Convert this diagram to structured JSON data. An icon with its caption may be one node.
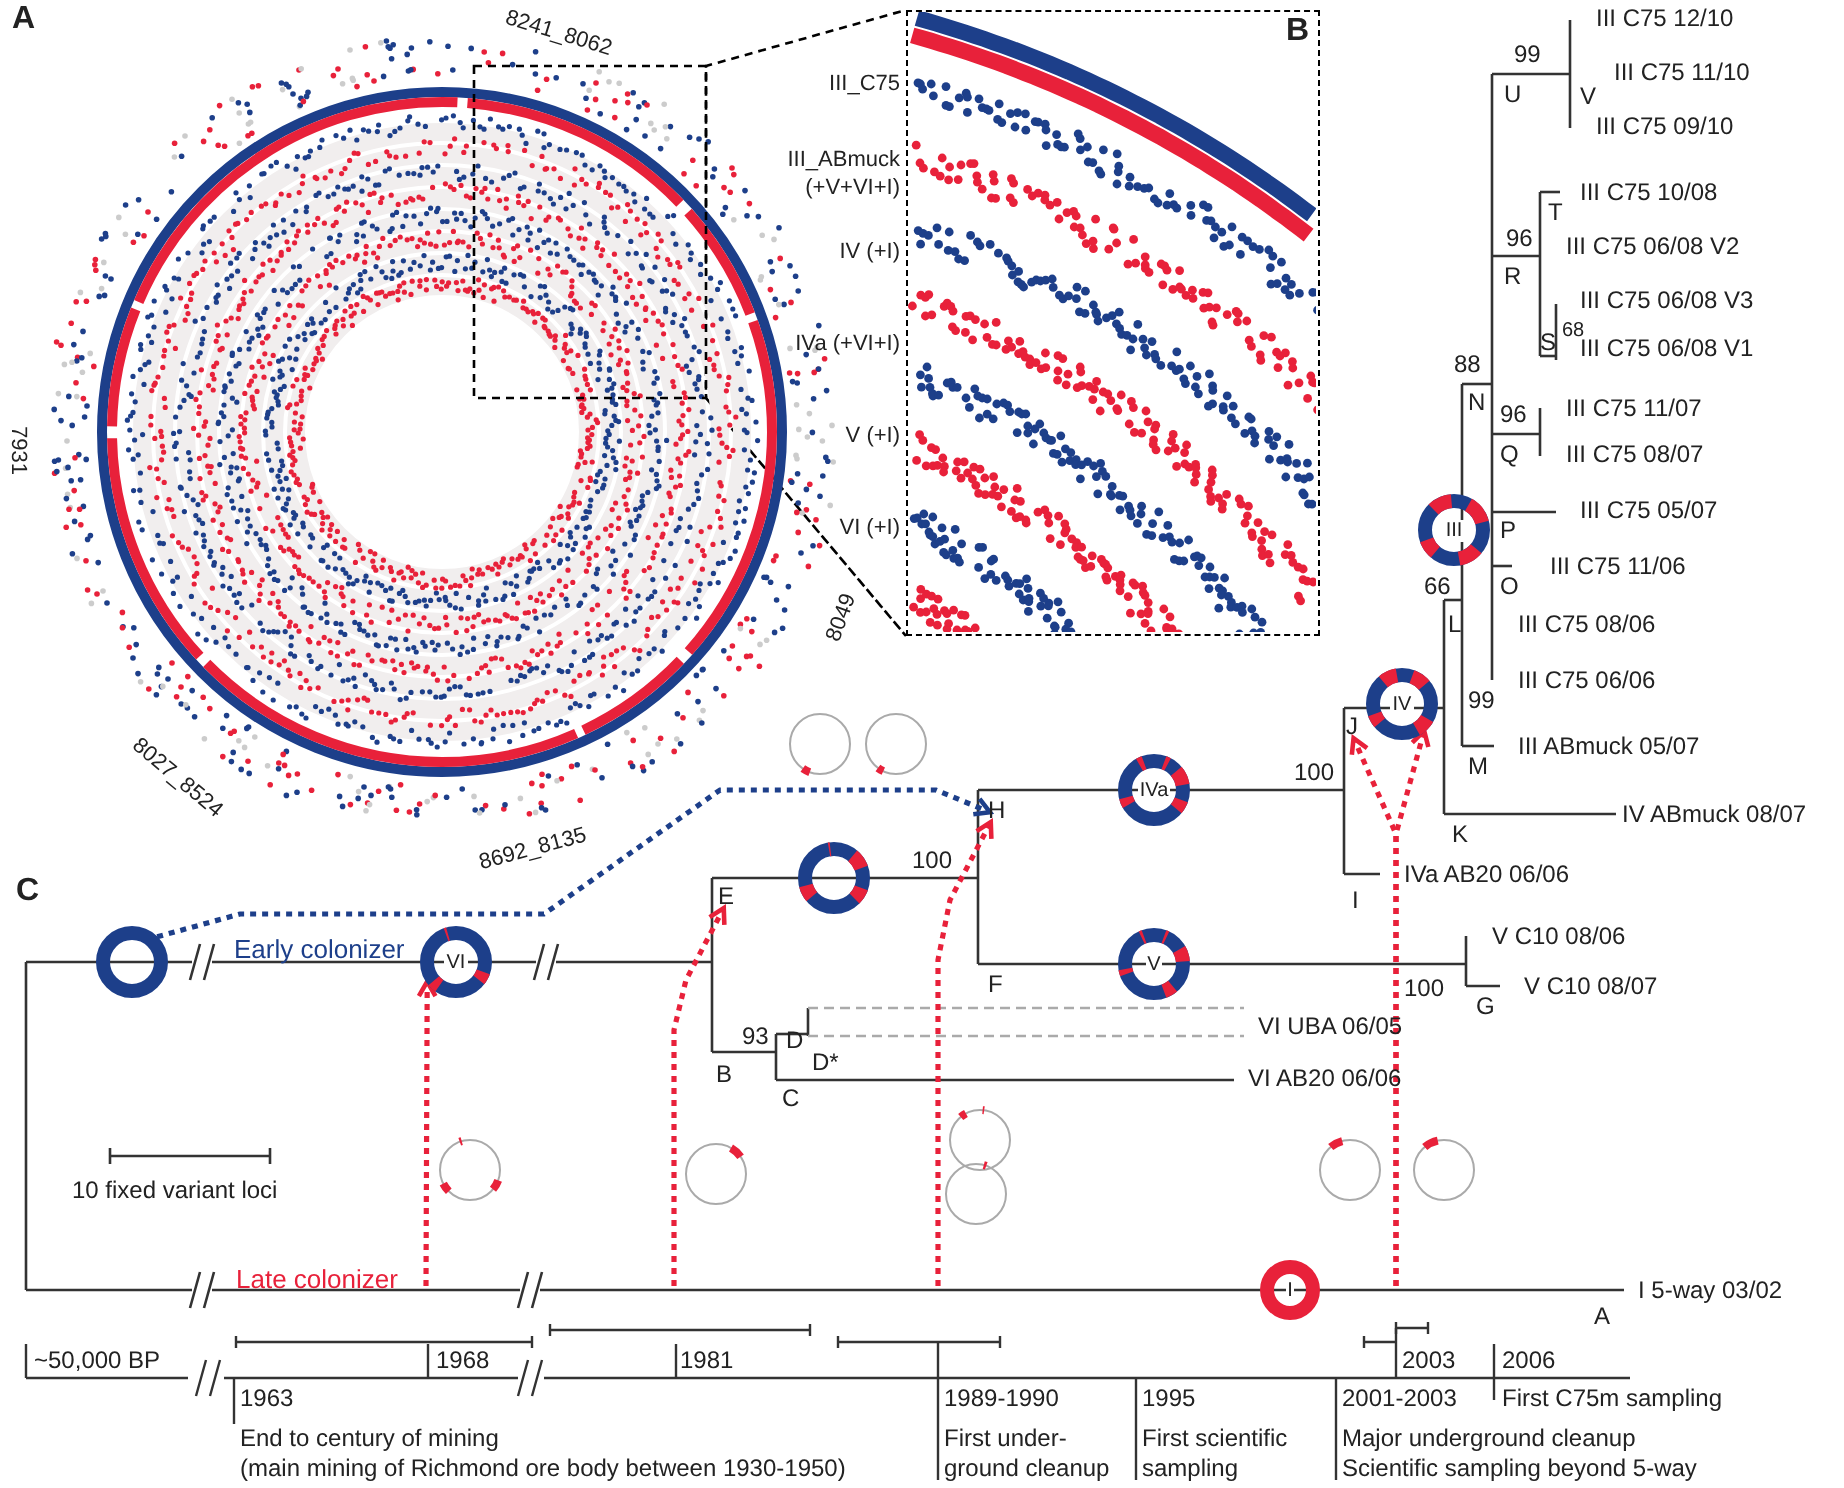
{
  "diagram": {
    "nodes": [
      {
        "text": [],
        "shape": "picture"
      },
      {
        "text": [],
        "shape": "picture"
      },
      {
        "text": [],
        "shape": "circle"
      },
      {
        "text": [
          "VI"
        ]
      },
      {
        "text": [],
        "shape": "circle"
      },
      {
        "text": [
          "E"
        ]
      },
      {
        "text": [
          "H"
        ]
      },
      {
        "text": [
          "IVa"
        ]
      },
      {
        "text": [
          "V"
        ]
      },
      {
        "text": [
          "J"
        ]
      },
      {
        "text": [
          "IV"
        ]
      },
      {
        "text": [
          "III"
        ]
      },
      {
        "text": [
          "I"
        ]
      }
    ],
    "edges": [
      {
        "from": 0,
        "to": 1,
        "arrow": "none",
        "style": "dashed",
        "color": "#000000"
      },
      {
        "from": 2,
        "to": 6,
        "arrow": "to",
        "style": "dashed",
        "color": "#1d3f8a"
      },
      {
        "from": null,
        "to": 3,
        "arrow": "to",
        "style": "dashed"
      },
      {
        "from": null,
        "to": 5,
        "arrow": "to",
        "style": "dashed"
      },
      {
        "from": null,
        "to": 6,
        "arrow": "to",
        "style": "dashed"
      },
      {
        "from": null,
        "to": 9,
        "arrow": "to",
        "style": "dashed"
      },
      {
        "from": null,
        "to": 10,
        "arrow": "to",
        "style": "dashed"
      }
    ],
    "labels": [
      "A",
      "8241_8062",
      "7931",
      "8049",
      "8027_8524",
      "8692_8135",
      "III_C75",
      "III_ABmuck (+V+VI+I)",
      "IV (+I)",
      "IVa (+VI+I)",
      "V (+I)",
      "VI (+I)",
      "B",
      "99",
      "III C75 12/10",
      "U",
      "III C75 11/10",
      "V",
      "III C75 09/10",
      "III C75 10/08",
      "T",
      "96",
      "III C75 06/08 V2",
      "R",
      "III C75 06/08 V3",
      "S",
      "68",
      "III C75 06/08 V1",
      "88",
      "N",
      "96",
      "III C75 11/07",
      "Q",
      "III C75 08/07",
      "III C75 05/07",
      "P",
      "III C75 11/06",
      "66",
      "O",
      "L",
      "III C75 08/06",
      "III C75 06/06",
      "99",
      "III ABmuck 05/07",
      "M",
      "IV ABmuck 08/07",
      "K",
      "C",
      "100",
      "100",
      "IVa AB20 06/06",
      "I",
      "Early colonizer",
      "V C10 08/06",
      "F",
      "100",
      "V C10 08/07",
      "G",
      "93",
      "D",
      "VI UBA 06/05",
      "D*",
      "B",
      "VI AB20 06/06",
      "C",
      "10 fixed variant loci",
      "Late colonizer",
      "I 5-way 03/02",
      "A",
      "~50,000 BP",
      "1968",
      "1981",
      "2003",
      "2006",
      "1963",
      "1989-1990",
      "1995",
      "2001-2003",
      "First C75m sampling",
      "End to century of mining",
      "(main mining of Richmond ore body between 1930-1950)",
      "First under- ground cleanup",
      "First scientific sampling",
      "Major underground cleanup",
      "Scientific sampling beyond 5-way"
    ]
  }
}
